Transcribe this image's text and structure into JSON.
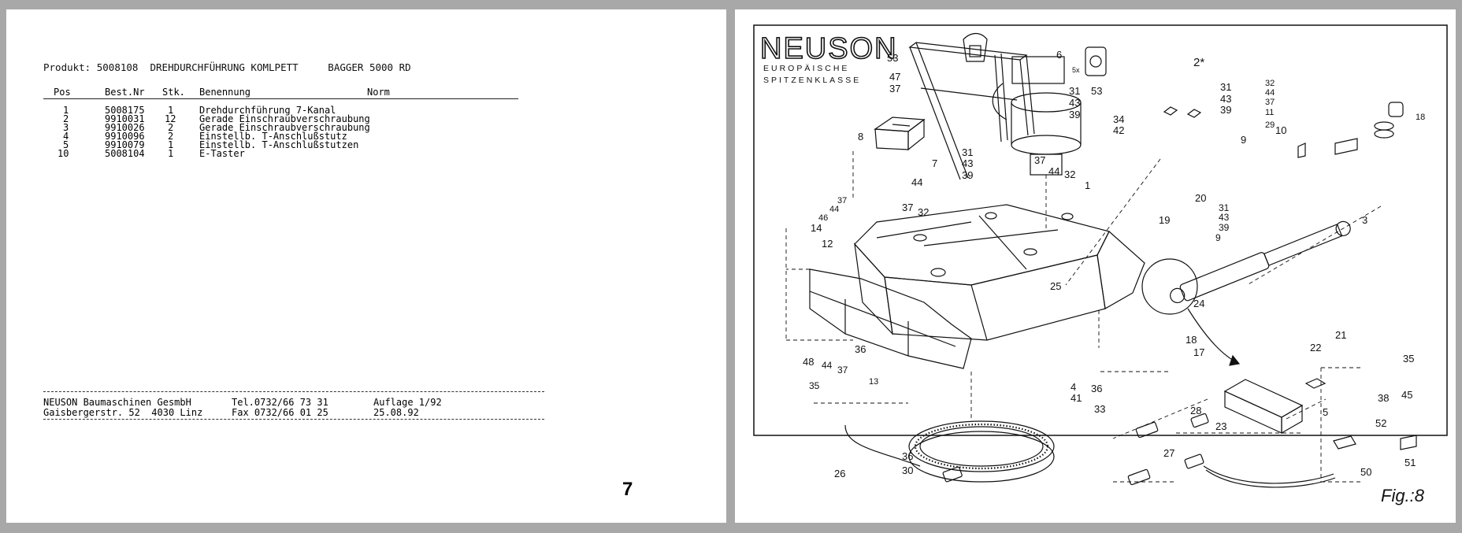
{
  "product_line": {
    "label": "Produkt:",
    "number": "5008108",
    "name": "DREHDURCHFÜHRUNG KOMLPETT",
    "machine": "BAGGER 5000 RD"
  },
  "table": {
    "headers": [
      "Pos",
      "Best.Nr",
      "Stk.",
      "Benennung",
      "Norm"
    ],
    "rows": [
      {
        "pos": "1",
        "best": "5008175",
        "stk": "1",
        "ben": "Drehdurchführung 7-Kanal"
      },
      {
        "pos": "2",
        "best": "9910031",
        "stk": "12",
        "ben": "Gerade Einschraubverschraubung"
      },
      {
        "pos": "3",
        "best": "9910026",
        "stk": "2",
        "ben": "Gerade Einschraubverschraubung"
      },
      {
        "pos": "4",
        "best": "9910096",
        "stk": "2",
        "ben": "Einstellb. T-Anschlußstutz"
      },
      {
        "pos": "5",
        "best": "9910079",
        "stk": "1",
        "ben": "Einstellb. T-Anschlußstutzen"
      },
      {
        "pos": "10",
        "best": "5008104",
        "stk": "1",
        "ben": "E-Taster"
      }
    ]
  },
  "footer": {
    "company": "NEUSON Baumaschinen GesmbH",
    "address": "Gaisbergerstr. 52  4030 Linz",
    "tel": "Tel.0732/66 73 31",
    "fax": "Fax 0732/66 01 25",
    "edition": "Auflage 1/92",
    "date": "25.08.92"
  },
  "page_number": "7",
  "diagram": {
    "brand": "NEUSON",
    "tagline1": "EUROPÄISCHE",
    "tagline2": "SPITZENKLASSE",
    "fig_label": "Fig.:8",
    "qty_note": "5x",
    "callouts": {
      "c53a": "53",
      "c47": "47",
      "c37a": "37",
      "c6": "6",
      "c53b": "53",
      "c2": "2*",
      "c31a": "31",
      "c43a": "43",
      "c39a": "39",
      "c31b": "31",
      "c43b": "43",
      "c39b": "39",
      "c32a": "32",
      "c44a": "44",
      "c37b": "37",
      "c11": "11",
      "c29": "29",
      "c18a": "18",
      "c34": "34",
      "c42": "42",
      "c9a": "9",
      "c10": "10",
      "c8": "8",
      "c31c": "31",
      "c43c": "43",
      "c39c": "39",
      "c37c": "37",
      "c44b": "44",
      "c32b": "32",
      "c7": "7",
      "c44c": "44",
      "c37d": "37",
      "c32c": "32",
      "c37e": "37",
      "c44d": "44",
      "c46": "46",
      "c14": "14",
      "c1": "1",
      "c20": "20",
      "c19": "19",
      "c31d": "31",
      "c43d": "43",
      "c39d": "39",
      "c9b": "9",
      "c3": "3",
      "c12": "12",
      "c25": "25",
      "c24": "24",
      "c36a": "36",
      "c48": "48",
      "c18b": "18",
      "c17": "17",
      "c21": "21",
      "c22": "22",
      "c35a": "35",
      "c44e": "44",
      "c37f": "37",
      "c35b": "35",
      "c13": "13",
      "c4": "4",
      "c36b": "36",
      "c41": "41",
      "c33": "33",
      "c38": "38",
      "c45": "45",
      "c28": "28",
      "c23": "23",
      "c5": "5",
      "c52": "52",
      "c51": "51",
      "c36c": "36",
      "c30": "30",
      "c26": "26",
      "c27": "27",
      "c50": "50"
    }
  }
}
